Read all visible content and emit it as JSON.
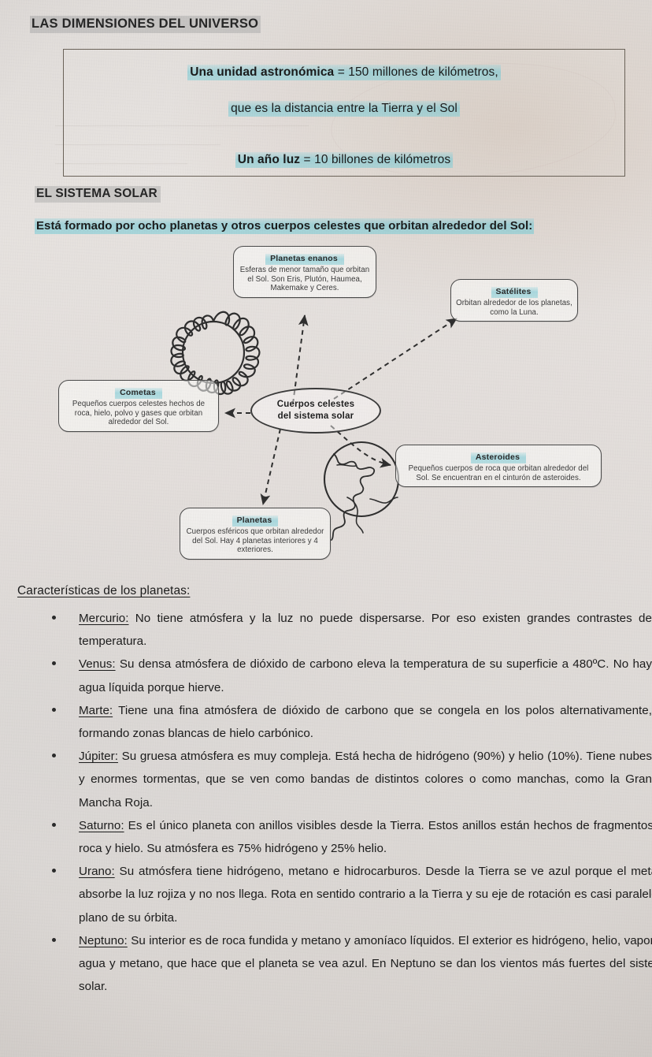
{
  "document": {
    "title": "LAS DIMENSIONES DEL UNIVERSO",
    "section_title": "EL SISTEMA SOLAR",
    "intro": "Está formado por ocho planetas y otros cuerpos celestes que orbitan alrededor del Sol:",
    "characteristics_heading": "Características de los planetas:"
  },
  "definitions_box": {
    "lines": [
      {
        "bold": "Una unidad astronómica",
        "rest": " = 150 millones de kilómetros,"
      },
      {
        "bold": "",
        "rest": "que es la distancia entre la Tierra y el Sol"
      },
      {
        "bold": "Un año luz",
        "rest": " = 10 billones de kilómetros"
      }
    ]
  },
  "diagram": {
    "center": {
      "line1": "Cuerpos celestes",
      "line2": "del sistema solar"
    },
    "nodes": [
      {
        "id": "dwarf-planets",
        "title": "Planetas enanos",
        "body": "Esferas de menor tamaño que orbitan el Sol. Son Eris, Plutón, Haumea, Makemake y Ceres."
      },
      {
        "id": "satellites",
        "title": "Satélites",
        "body": "Orbitan alrededor de los planetas, como la Luna."
      },
      {
        "id": "comets",
        "title": "Cometas",
        "body": "Pequeños cuerpos celestes hechos de roca, hielo, polvo y gases que orbitan alrededor del Sol."
      },
      {
        "id": "asteroids",
        "title": "Asteroides",
        "body": "Pequeños cuerpos de roca que orbitan alrededor del Sol. Se encuentran en el cinturón de asteroides."
      },
      {
        "id": "planets",
        "title": "Planetas",
        "body": "Cuerpos esféricos que orbitan alrededor del Sol. Hay 4 planetas interiores y 4 exteriores."
      }
    ],
    "drawings": [
      "sun-drawing",
      "earth-globe-drawing"
    ]
  },
  "planet_bullets": [
    {
      "name": "Mercurio:",
      "text": " No tiene atmósfera y la luz no puede dispersarse. Por eso existen grandes contrastes de temperatura."
    },
    {
      "name": "Venus:",
      "text": " Su densa atmósfera de dióxido de carbono eleva la temperatura de su superficie a 480ºC. No hay agua líquida porque hierve."
    },
    {
      "name": "Marte:",
      "text": " Tiene una fina atmósfera de dióxido de carbono que se congela en los polos alternativamente, formando zonas blancas de hielo carbónico."
    },
    {
      "name": "Júpiter:",
      "text": " Su gruesa atmósfera es muy compleja. Está hecha de hidrógeno (90%) y helio (10%). Tiene nubes y enormes tormentas, que se ven como bandas de distintos colores o como manchas, como la Gran Mancha Roja."
    },
    {
      "name": "Saturno:",
      "text": " Es el único planeta con anillos visibles desde la Tierra. Estos anillos están hechos de fragmentos de roca y hielo. Su atmósfera es 75% hidrógeno y 25% helio."
    },
    {
      "name": "Urano:",
      "text": " Su atmósfera tiene hidrógeno, metano e hidrocarburos. Desde la Tierra se ve azul porque el metano absorbe la luz rojiza y no nos llega. Rota en sentido contrario a la Tierra y su eje de rotación es casi paralelo al plano de su órbita."
    },
    {
      "name": "Neptuno:",
      "text": " Su interior es de roca fundida y metano y amoníaco líquidos. El exterior es hidrógeno, helio, vapor de agua y metano, que hace que el planeta se vea azul. En Neptuno se dan los vientos más fuertes del sistema solar."
    }
  ],
  "colors": {
    "highlight_cyan": "#7ccbd6",
    "highlight_grey": "#a8a8a8",
    "paper": "#e3dedb",
    "ink": "#1b1b1b",
    "box_border": "#6b6359"
  }
}
